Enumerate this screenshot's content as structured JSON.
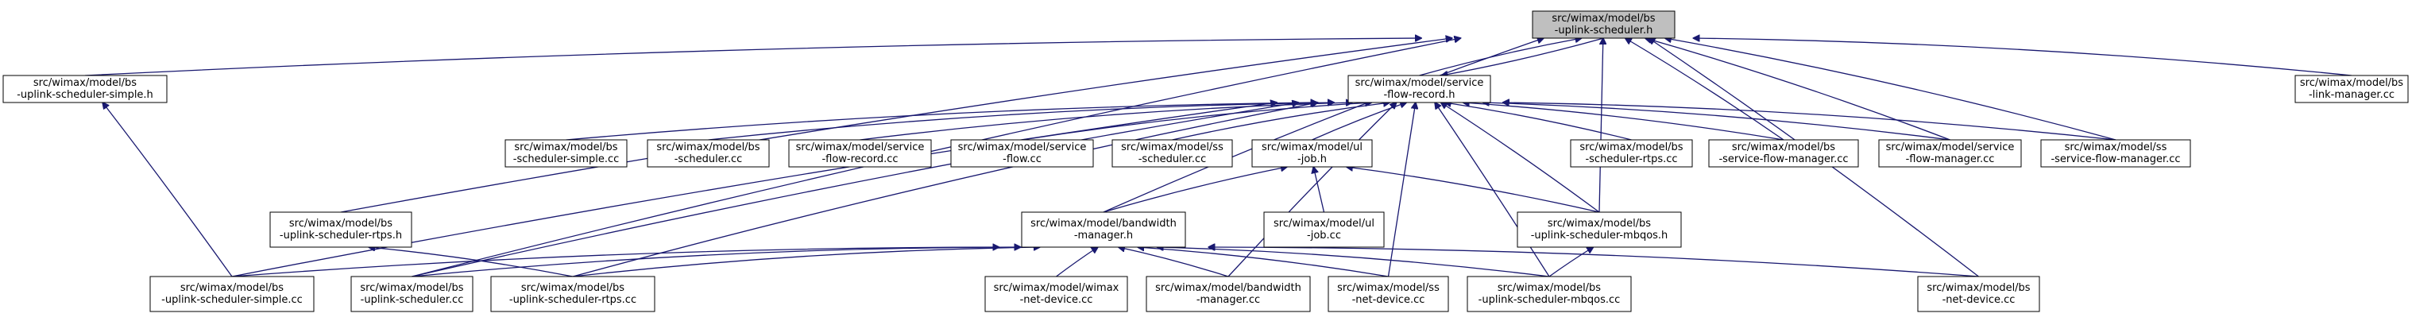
{
  "graph": {
    "colors": {
      "edge": "#191970",
      "node_border": "#000000",
      "node_fill": "#ffffff",
      "focus_fill": "#bfbfbf",
      "text": "#000000"
    },
    "focus_node": "n1",
    "nodes": [
      {
        "id": "n1",
        "lines": [
          "src/wimax/model/bs",
          "-uplink-scheduler.h"
        ]
      },
      {
        "id": "n2",
        "lines": [
          "src/wimax/model/bs",
          "-uplink-scheduler-simple.h"
        ]
      },
      {
        "id": "n3",
        "lines": [
          "src/wimax/model/service",
          "-flow-record.h"
        ]
      },
      {
        "id": "n4",
        "lines": [
          "src/wimax/model/bs",
          "-link-manager.cc"
        ]
      },
      {
        "id": "n5",
        "lines": [
          "src/wimax/model/bs",
          "-scheduler-simple.cc"
        ]
      },
      {
        "id": "n6",
        "lines": [
          "src/wimax/model/bs",
          "-scheduler.cc"
        ]
      },
      {
        "id": "n7",
        "lines": [
          "src/wimax/model/service",
          "-flow-record.cc"
        ]
      },
      {
        "id": "n8",
        "lines": [
          "src/wimax/model/service",
          "-flow.cc"
        ]
      },
      {
        "id": "n9",
        "lines": [
          "src/wimax/model/ss",
          "-scheduler.cc"
        ]
      },
      {
        "id": "n10",
        "lines": [
          "src/wimax/model/ul",
          "-job.h"
        ]
      },
      {
        "id": "n11",
        "lines": [
          "src/wimax/model/bs",
          "-scheduler-rtps.cc"
        ]
      },
      {
        "id": "n12",
        "lines": [
          "src/wimax/model/bs",
          "-service-flow-manager.cc"
        ]
      },
      {
        "id": "n13",
        "lines": [
          "src/wimax/model/service",
          "-flow-manager.cc"
        ]
      },
      {
        "id": "n14",
        "lines": [
          "src/wimax/model/ss",
          "-service-flow-manager.cc"
        ]
      },
      {
        "id": "n15",
        "lines": [
          "src/wimax/model/bs",
          "-uplink-scheduler-rtps.h"
        ]
      },
      {
        "id": "n16",
        "lines": [
          "src/wimax/model/bandwidth",
          "-manager.h"
        ]
      },
      {
        "id": "n17",
        "lines": [
          "src/wimax/model/ul",
          "-job.cc"
        ]
      },
      {
        "id": "n18",
        "lines": [
          "src/wimax/model/bs",
          "-uplink-scheduler-mbqos.h"
        ]
      },
      {
        "id": "n19",
        "lines": [
          "src/wimax/model/bs",
          "-uplink-scheduler-simple.cc"
        ]
      },
      {
        "id": "n20",
        "lines": [
          "src/wimax/model/bs",
          "-uplink-scheduler.cc"
        ]
      },
      {
        "id": "n21",
        "lines": [
          "src/wimax/model/bs",
          "-uplink-scheduler-rtps.cc"
        ]
      },
      {
        "id": "n22",
        "lines": [
          "src/wimax/model/wimax",
          "-net-device.cc"
        ]
      },
      {
        "id": "n23",
        "lines": [
          "src/wimax/model/bandwidth",
          "-manager.cc"
        ]
      },
      {
        "id": "n24",
        "lines": [
          "src/wimax/model/ss",
          "-net-device.cc"
        ]
      },
      {
        "id": "n25",
        "lines": [
          "src/wimax/model/bs",
          "-uplink-scheduler-mbqos.cc"
        ]
      },
      {
        "id": "n26",
        "lines": [
          "src/wimax/model/bs",
          "-net-device.cc"
        ]
      }
    ],
    "edges": [
      {
        "from": "n2",
        "to": "n1"
      },
      {
        "from": "n3",
        "to": "n1"
      },
      {
        "from": "n4",
        "to": "n1"
      },
      {
        "from": "n12",
        "to": "n1"
      },
      {
        "from": "n13",
        "to": "n1"
      },
      {
        "from": "n14",
        "to": "n1"
      },
      {
        "from": "n18",
        "to": "n1"
      },
      {
        "from": "n15",
        "to": "n1"
      },
      {
        "from": "n16",
        "to": "n1"
      },
      {
        "from": "n20",
        "to": "n1"
      },
      {
        "from": "n26",
        "to": "n1"
      },
      {
        "from": "n1",
        "to": "n3"
      },
      {
        "from": "n5",
        "to": "n3"
      },
      {
        "from": "n6",
        "to": "n3"
      },
      {
        "from": "n7",
        "to": "n3"
      },
      {
        "from": "n8",
        "to": "n3"
      },
      {
        "from": "n9",
        "to": "n3"
      },
      {
        "from": "n10",
        "to": "n3"
      },
      {
        "from": "n11",
        "to": "n3"
      },
      {
        "from": "n12",
        "to": "n3"
      },
      {
        "from": "n13",
        "to": "n3"
      },
      {
        "from": "n14",
        "to": "n3"
      },
      {
        "from": "n18",
        "to": "n3"
      },
      {
        "from": "n19",
        "to": "n3"
      },
      {
        "from": "n20",
        "to": "n3"
      },
      {
        "from": "n21",
        "to": "n3"
      },
      {
        "from": "n23",
        "to": "n3"
      },
      {
        "from": "n24",
        "to": "n3"
      },
      {
        "from": "n25",
        "to": "n3"
      },
      {
        "from": "n16",
        "to": "n10"
      },
      {
        "from": "n17",
        "to": "n10"
      },
      {
        "from": "n18",
        "to": "n10"
      },
      {
        "from": "n19",
        "to": "n2"
      },
      {
        "from": "n21",
        "to": "n15"
      },
      {
        "from": "n19",
        "to": "n16"
      },
      {
        "from": "n20",
        "to": "n16"
      },
      {
        "from": "n21",
        "to": "n16"
      },
      {
        "from": "n22",
        "to": "n16"
      },
      {
        "from": "n23",
        "to": "n16"
      },
      {
        "from": "n24",
        "to": "n16"
      },
      {
        "from": "n25",
        "to": "n16"
      },
      {
        "from": "n26",
        "to": "n16"
      },
      {
        "from": "n25",
        "to": "n18"
      }
    ]
  }
}
